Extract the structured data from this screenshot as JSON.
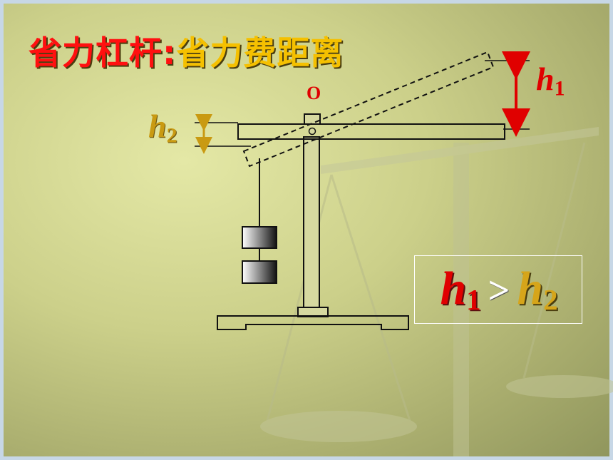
{
  "title": {
    "part1": "省力杠杆",
    "separator": ":",
    "part2": "省力费距离"
  },
  "pivot_label": "O",
  "labels": {
    "h1_var": "h",
    "h1_sub": "1",
    "h2_var": "h",
    "h2_sub": "2"
  },
  "comparison": {
    "left_var": "h",
    "left_sub": "1",
    "operator": ">",
    "right_var": "h",
    "right_sub": "2"
  },
  "colors": {
    "title_red": "#ff1010",
    "title_yellow": "#f5c000",
    "h1_red": "#e00000",
    "h2_gold": "#c99a12",
    "background": "#c9cd88"
  }
}
